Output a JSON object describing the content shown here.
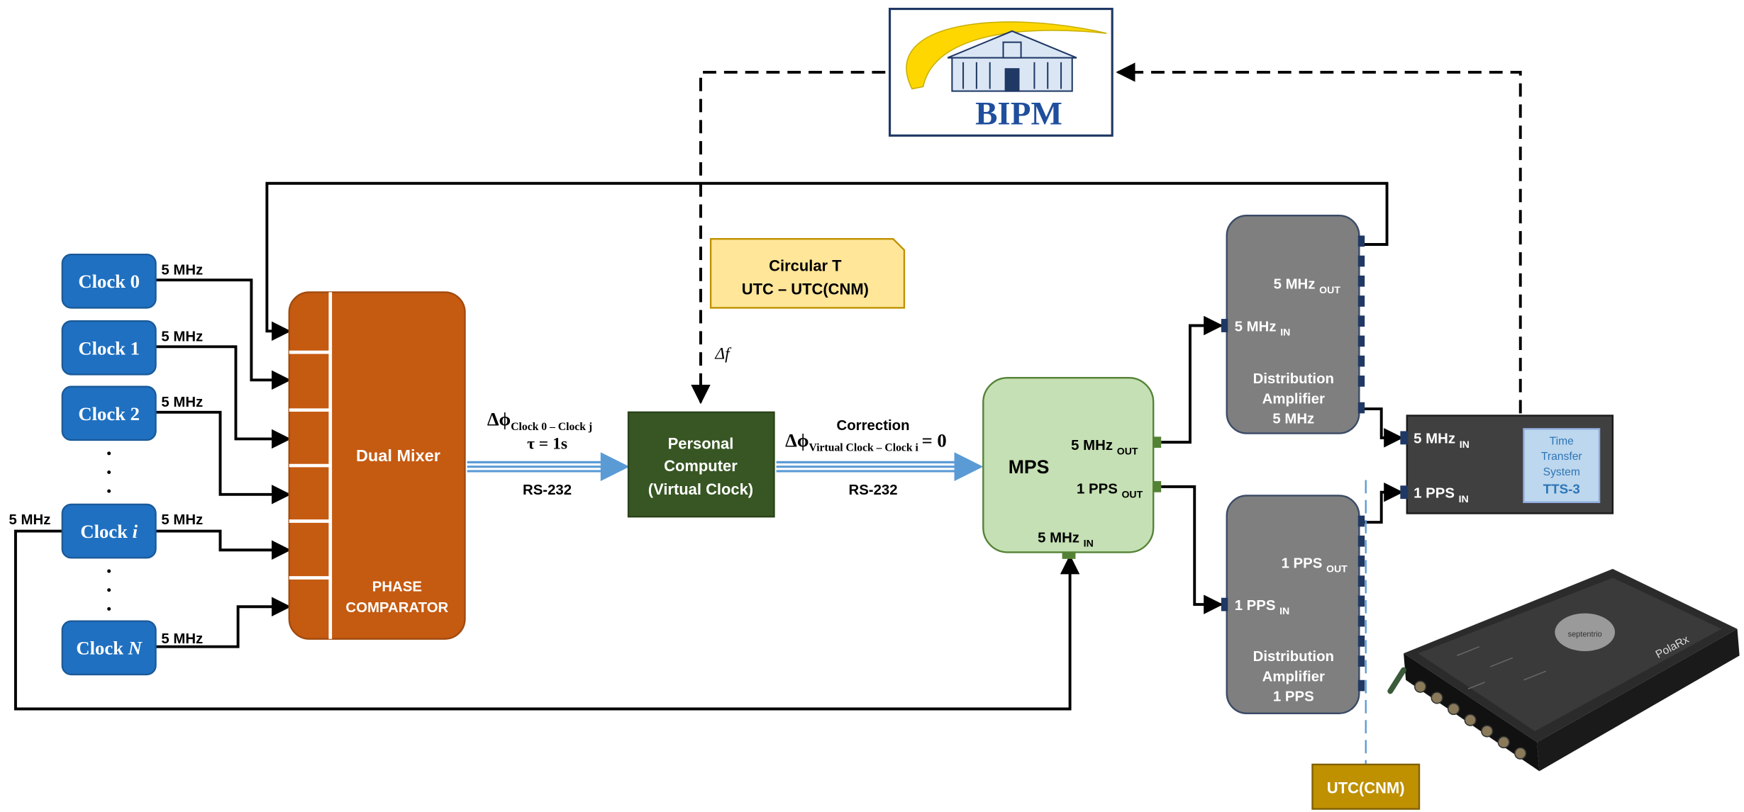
{
  "clocks": [
    {
      "name": "Clock",
      "index": "0",
      "freq": "5 MHz"
    },
    {
      "name": "Clock",
      "index": "1",
      "freq": "5 MHz"
    },
    {
      "name": "Clock",
      "index": "2",
      "freq": "5 MHz"
    },
    {
      "name": "Clock",
      "index": "i",
      "freq": "5 MHz"
    },
    {
      "name": "Clock",
      "index": "N",
      "freq": "5 MHz"
    }
  ],
  "clock_i_ext_freq": "5 MHz",
  "dual_mixer": {
    "title": "Dual Mixer",
    "sub1": "PHASE",
    "sub2": "COMPARATOR"
  },
  "link1": {
    "phi_sym": "Δϕ",
    "phi_sub": "Clock 0 – Clock j",
    "tau": "τ = 1s",
    "iface": "RS-232"
  },
  "pc": {
    "line1": "Personal",
    "line2": "Computer",
    "line3": "(Virtual Clock)"
  },
  "link2": {
    "label": "Correction",
    "phi_sym": "Δϕ",
    "phi_sub": "Virtual Clock – Clock i",
    "phi_eq": "= 0",
    "iface": "RS-232"
  },
  "circular_t": {
    "line1": "Circular T",
    "line2": "UTC – UTC(CNM)"
  },
  "delta_f": "Δf",
  "bipm": {
    "text": "BIPM"
  },
  "mps": {
    "title": "MPS",
    "out5": "5 MHz",
    "out5_sub": "OUT",
    "out1pps": "1 PPS",
    "out1pps_sub": "OUT",
    "in5": "5 MHz",
    "in5_sub": "IN"
  },
  "dist_5mhz": {
    "out": "5 MHz",
    "out_sub": "OUT",
    "in": "5 MHz",
    "in_sub": "IN",
    "line1": "Distribution",
    "line2": "Amplifier",
    "line3": "5 MHz"
  },
  "dist_1pps": {
    "out": "1 PPS",
    "out_sub": "OUT",
    "in": "1 PPS",
    "in_sub": "IN",
    "line1": "Distribution",
    "line2": "Amplifier",
    "line3": "1 PPS"
  },
  "tts": {
    "in5": "5 MHz",
    "in5_sub": "IN",
    "in1pps": "1 PPS",
    "in1pps_sub": "IN",
    "line1": "Time",
    "line2": "Transfer",
    "line3": "System",
    "model": "TTS-3"
  },
  "receiver": {
    "brand": "septentrio",
    "model": "PolaRx"
  },
  "utc_cnm": "UTC(CNM)",
  "colors": {
    "clock": "#1f70c1",
    "mixer": "#c55a11",
    "pc": "#375623",
    "mps": "#c5e0b4",
    "dist": "#7f7f7f",
    "tts": "#404040",
    "note": "#ffe699",
    "utc": "#bf9000",
    "arrow": "#5b9bd5"
  }
}
